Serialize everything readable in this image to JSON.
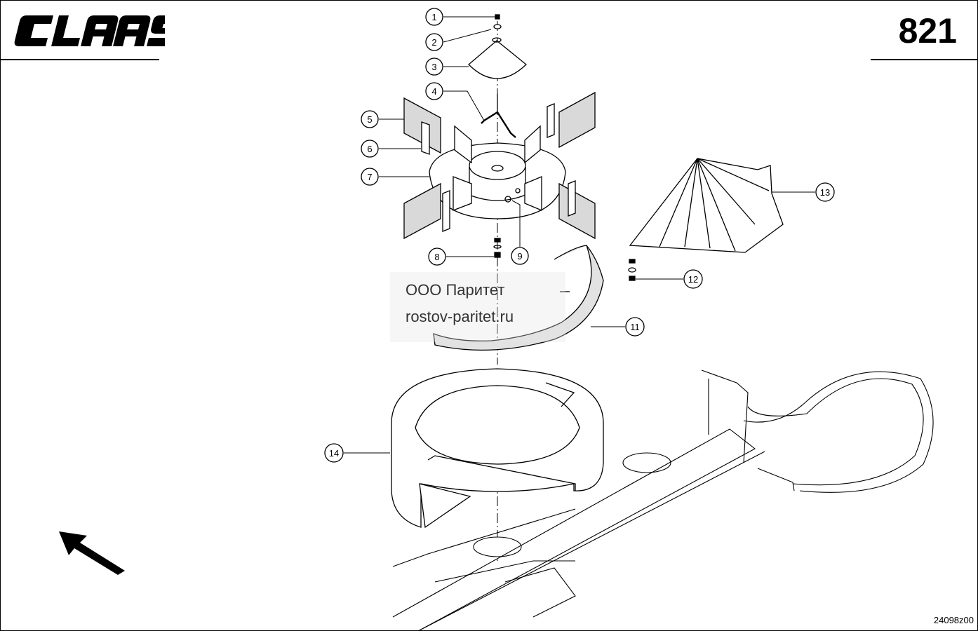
{
  "header": {
    "brand": "CLAAS",
    "page_number": "821"
  },
  "callouts": [
    {
      "id": "1",
      "label": "1"
    },
    {
      "id": "2",
      "label": "2"
    },
    {
      "id": "3",
      "label": "3"
    },
    {
      "id": "4",
      "label": "4"
    },
    {
      "id": "5",
      "label": "5"
    },
    {
      "id": "6",
      "label": "6"
    },
    {
      "id": "7",
      "label": "7"
    },
    {
      "id": "8",
      "label": "8"
    },
    {
      "id": "9",
      "label": "9"
    },
    {
      "id": "11",
      "label": "11"
    },
    {
      "id": "12",
      "label": "12"
    },
    {
      "id": "13",
      "label": "13"
    },
    {
      "id": "14",
      "label": "14"
    }
  ],
  "watermark": {
    "line1": "ООО Паритет",
    "line2": "rostov-paritet.ru"
  },
  "footer": {
    "drawing_code": "24098z00"
  },
  "icons": {
    "direction": "arrow-up-left-icon"
  }
}
